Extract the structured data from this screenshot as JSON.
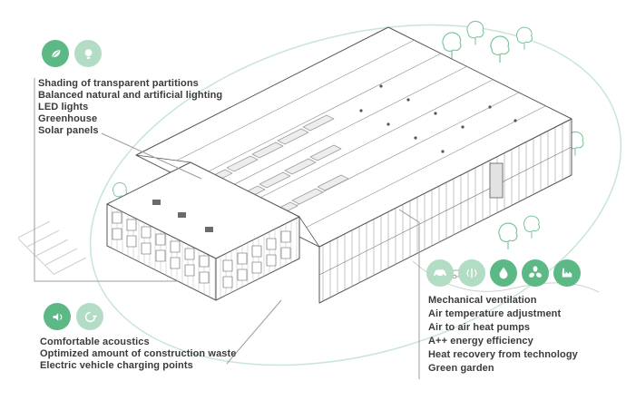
{
  "colors": {
    "accent_dark": "#5cb985",
    "accent_light": "#b2dcc4",
    "ellipse_stroke": "#c8e6d4",
    "tree_green": "#7cc59c",
    "leader_line_gray": "#9b9b9b",
    "text": "#3b3b3b"
  },
  "groups": {
    "lighting": {
      "icons": [
        "leaf-icon",
        "lightbulb-icon"
      ],
      "items": [
        "Shading of transparent partitions",
        "Balanced natural and artificial lighting",
        "LED lights",
        "Greenhouse",
        "Solar panels"
      ]
    },
    "construction": {
      "icons": [
        "acoustics-icon",
        "recycle-icon"
      ],
      "items": [
        "Comfortable acoustics",
        "Optimized amount of construction waste",
        "Electric vehicle charging points"
      ]
    },
    "hvac": {
      "icons": [
        "ev-car-icon",
        "air-flow-icon",
        "water-drop-icon",
        "fan-icon",
        "factory-icon"
      ],
      "items": [
        "Mechanical ventilation",
        "Air temperature adjustment",
        "Air to air heat pumps",
        "A++ energy efficiency",
        "Heat recovery from technology",
        "Green garden"
      ]
    }
  }
}
